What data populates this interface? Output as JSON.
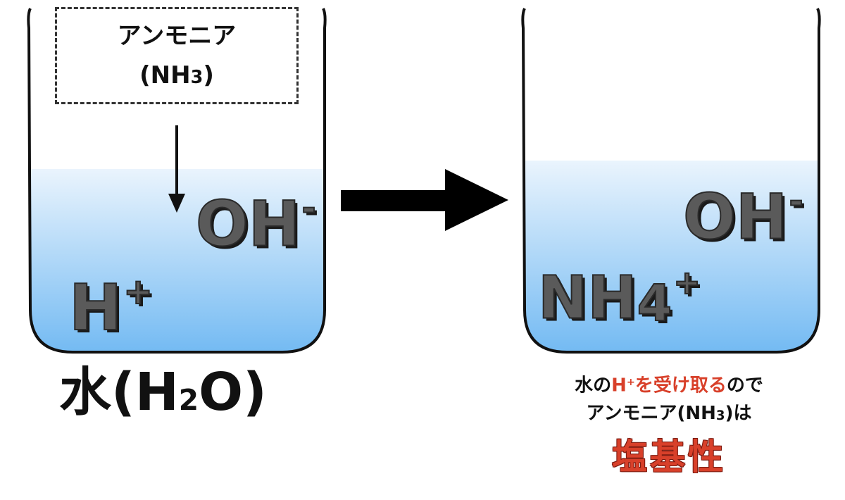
{
  "colors": {
    "water_top": "#eaf4fd",
    "water_bottom": "#6fb8f2",
    "ion_fill": "#5a5a5a",
    "accent_red": "#d8402a"
  },
  "left_beaker": {
    "reagent": {
      "name": "アンモニア",
      "formula_open": "(NH",
      "formula_sub": "3",
      "formula_close": ")"
    },
    "ions": {
      "oh": {
        "base": "OH",
        "sup": "-"
      },
      "h": {
        "base": "H",
        "sup": "+"
      }
    },
    "label": {
      "prefix": "水(H",
      "sub": "2",
      "suffix": "O)"
    }
  },
  "right_beaker": {
    "ions": {
      "oh": {
        "base": "OH",
        "sup": "-"
      },
      "nh4": {
        "base": "NH",
        "sub": "4",
        "sup": "+"
      }
    }
  },
  "conclusion": {
    "line1_a": "水の",
    "line1_b": "H",
    "line1_b_sup": "+",
    "line1_c": "を受け取る",
    "line1_d": "ので",
    "line2_a": "アンモニア(NH",
    "line2_sub": "3",
    "line2_b": ")は",
    "line3": "塩基性"
  }
}
